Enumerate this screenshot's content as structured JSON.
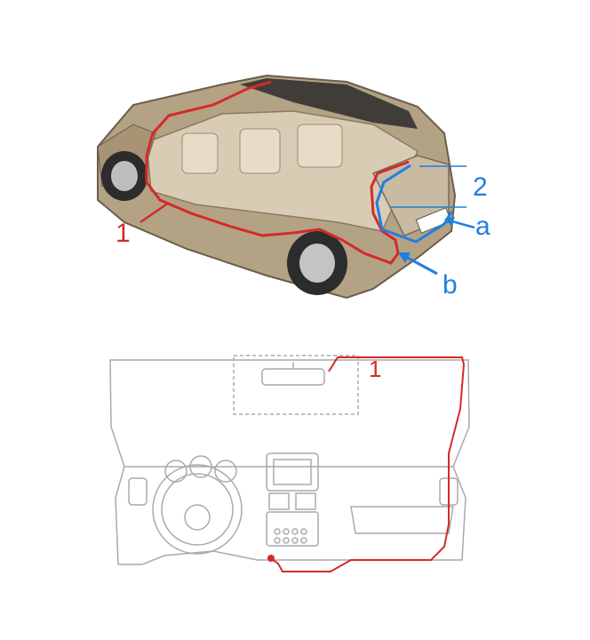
{
  "colors": {
    "route_red": "#d42a2a",
    "route_blue": "#1f7fe0",
    "car_body": "#b4a284",
    "car_shadow": "#6b5d4b",
    "dash_line": "#aaaaaa"
  },
  "top_diagram": {
    "labels": {
      "one": "1",
      "two": "2",
      "a": "a",
      "b": "b"
    }
  },
  "bottom_diagram": {
    "labels": {
      "one": "1"
    }
  }
}
